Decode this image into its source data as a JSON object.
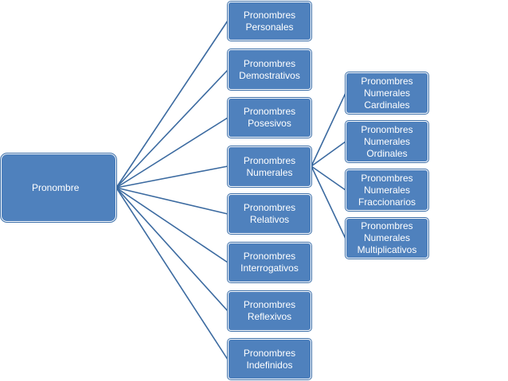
{
  "root": {
    "label": "Pronombre"
  },
  "level1": [
    {
      "label": "Pronombres\nPersonales"
    },
    {
      "label": "Pronombres\nDemostrativos"
    },
    {
      "label": "Pronombres\nPosesivos"
    },
    {
      "label": "Pronombres\nNumerales"
    },
    {
      "label": "Pronombres\nRelativos"
    },
    {
      "label": "Pronombres\nInterrogativos"
    },
    {
      "label": "Pronombres\nReflexivos"
    },
    {
      "label": "Pronombres\nIndefinidos"
    }
  ],
  "level2": [
    {
      "label": "Pronombres\nNumerales\nCardinales"
    },
    {
      "label": "Pronombres\nNumerales\nOrdinales"
    },
    {
      "label": "Pronombres\nNumerales\nFraccionarios"
    },
    {
      "label": "Pronombres\nNumerales\nMultiplicativos"
    }
  ],
  "colors": {
    "node_fill": "#4f81bd",
    "connector": "#3b6aa0",
    "text": "#ffffff"
  }
}
